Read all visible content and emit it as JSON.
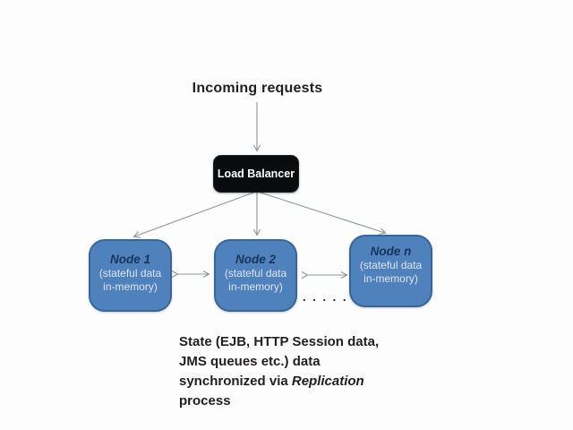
{
  "colors": {
    "node_fill": "#4f81bd",
    "node_border": "#3a6696",
    "node_title_text": "#17365d",
    "node_subtitle_text": "#dde4f2",
    "load_balancer_fill": "#0a0b0d",
    "load_balancer_text": "#ffffff",
    "arrow": "#8f969e",
    "caption_text": "#231f20",
    "background": "#fdfdfd"
  },
  "diagram": {
    "title": "Incoming requests",
    "load_balancer": {
      "label": "Load Balancer"
    },
    "nodes": [
      {
        "title": "Node 1",
        "line1": "(stateful data",
        "line2": "in-memory)"
      },
      {
        "title": "Node 2",
        "line1": "(stateful data",
        "line2": "in-memory)"
      },
      {
        "title": "Node n",
        "line1": "(stateful data",
        "line2": "in-memory)"
      }
    ],
    "ellipsis": ". . . . .",
    "caption": {
      "line1": "State (EJB, HTTP Session data,",
      "line2": "JMS queues etc.) data",
      "line3_prefix": "synchronized via ",
      "line3_emphasis": "Replication",
      "line4": "process"
    }
  }
}
